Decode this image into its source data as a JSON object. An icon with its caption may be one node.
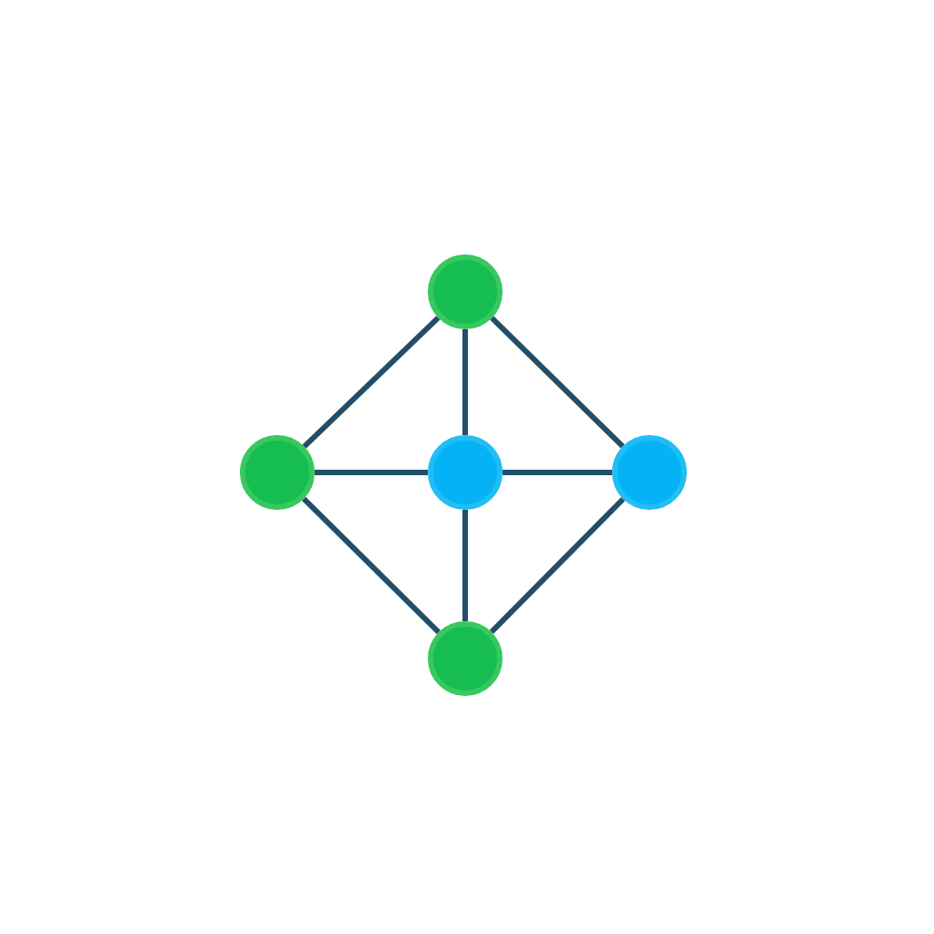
{
  "diagram": {
    "nodes": [
      {
        "text": [],
        "shape": "circle"
      },
      {
        "text": [],
        "shape": "circle"
      },
      {
        "text": [],
        "shape": "circle"
      },
      {
        "text": [],
        "shape": "circle"
      },
      {
        "text": [],
        "shape": "circle"
      }
    ],
    "edges": [
      {
        "from": 0,
        "to": 1,
        "arrow": "none"
      },
      {
        "from": 0,
        "to": 2,
        "arrow": "none"
      },
      {
        "from": 0,
        "to": 3,
        "arrow": "none"
      },
      {
        "from": 1,
        "to": 2,
        "arrow": "none"
      },
      {
        "from": 2,
        "to": 3,
        "arrow": "none"
      },
      {
        "from": 1,
        "to": 4,
        "arrow": "none"
      },
      {
        "from": 2,
        "to": 4,
        "arrow": "none"
      },
      {
        "from": 3,
        "to": 4,
        "arrow": "none"
      }
    ]
  }
}
